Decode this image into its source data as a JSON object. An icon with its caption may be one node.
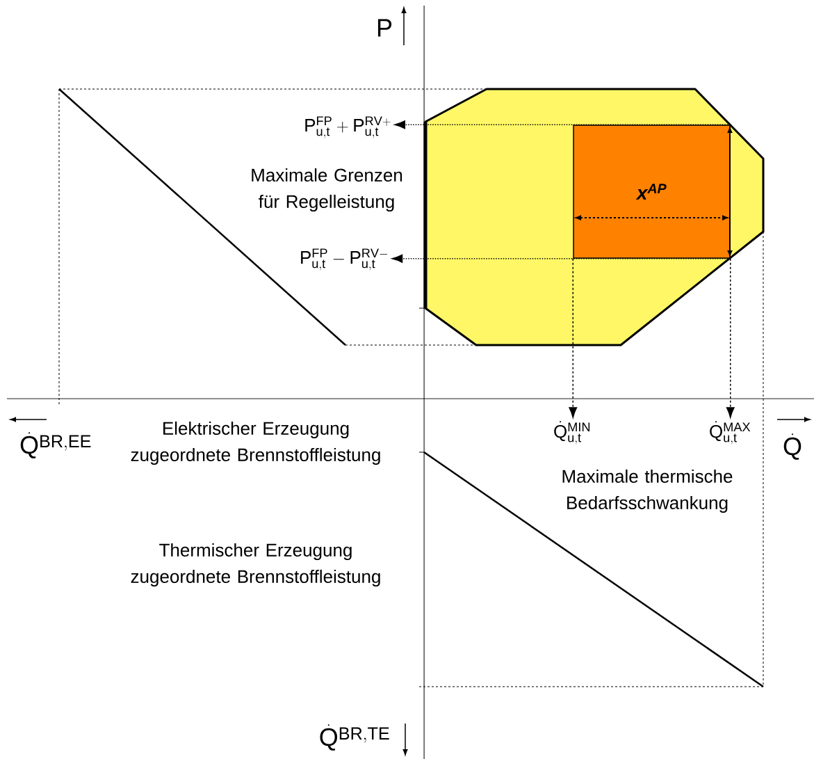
{
  "diagram": {
    "nodes": [
      {
        "text": [],
        "shape": "polygon"
      },
      {
        "text": [
          "x$^{AP}$"
        ],
        "in": 0
      },
      {
        "text": [
          "\\mathrm{P}^{\\mathrm{FP}}_{\\mathrm{u,t}}+\\mathrm{P}^{\\mathrm{RV+}}_{\\mathrm{u,t}}"
        ]
      },
      {
        "text": [
          "\\mathrm{P}^{\\mathrm{FP}}_{\\mathrm{u,t}}-\\mathrm{P}^{\\mathrm{RV-}}_{\\mathrm{u,t}}"
        ]
      },
      {
        "text": [
          "\\dot{\\mathrm{Q}}^{\\mathrm{MIN}}_{\\mathrm{u,t}}"
        ]
      },
      {
        "text": [
          "\\dot{\\mathrm{Q}}^{\\mathrm{MAX}}_{\\mathrm{u,t}}"
        ]
      }
    ],
    "edges": [
      {
        "from": 1,
        "to": 2,
        "arrow": "to"
      },
      {
        "from": 1,
        "to": 3,
        "arrow": "to"
      },
      {
        "from": 1,
        "to": 4,
        "arrow": "to",
        "style": "dashed"
      },
      {
        "from": 1,
        "to": 5,
        "arrow": "to",
        "style": "dashed"
      }
    ],
    "labels": [
      "\\mathrm{P}",
      "Maximale Grenzen für Regelleistung",
      "\\dot{\\mathrm{Q}}^{\\mathrm{BR,EE}}",
      "Elektrischer Erzeugung zugeordnete Brennstoffleistung",
      "\\dot{\\mathrm{Q}}",
      "Maximale thermische Bedarfsschwankung",
      "Thermischer Erzeugung zugeordnete Brennstoffleistung",
      "\\dot{\\mathrm{Q}}^{\\mathrm{BR,TE}}"
    ]
  }
}
